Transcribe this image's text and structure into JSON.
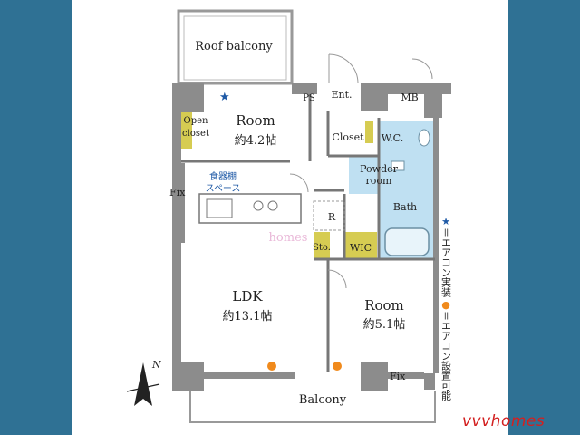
{
  "rooms": {
    "roof_balcony": "Roof balcony",
    "room_north": "Room",
    "room_north_size": "約4.2帖",
    "open_closet_1": "Open",
    "open_closet_2": "closet",
    "ps": "PS",
    "entrance": "Ent.",
    "mb": "MB",
    "closet": "Closet",
    "wc": "W.C.",
    "powder_1": "Powder",
    "powder_2": "room",
    "bath": "Bath",
    "cupboard_1": "食器棚",
    "cupboard_2": "スペース",
    "fix_left": "Fix",
    "fix_right": "Fix",
    "refrigerator": "R",
    "storage": "Sto.",
    "wic": "WIC",
    "ldk": "LDK",
    "ldk_size": "約13.1帖",
    "room_south": "Room",
    "room_south_size": "約5.1帖",
    "balcony": "Balcony"
  },
  "compass": {
    "label": "N",
    "icon": "north-arrow-icon"
  },
  "watermark": "homes",
  "legend": {
    "star_symbol": "★",
    "star_text": "＝エアコン実装",
    "dot_symbol": "●",
    "dot_text": "＝エアコン設置可能"
  },
  "brand": "vvvhomes",
  "colors": {
    "background": "#2f7194",
    "wall": "#8c8c8c",
    "closet": "#d6cc52",
    "wet_area": "#bfe0f2",
    "ac_dot": "#f08a1c",
    "star": "#1f5aa6",
    "brand": "#d32020"
  }
}
